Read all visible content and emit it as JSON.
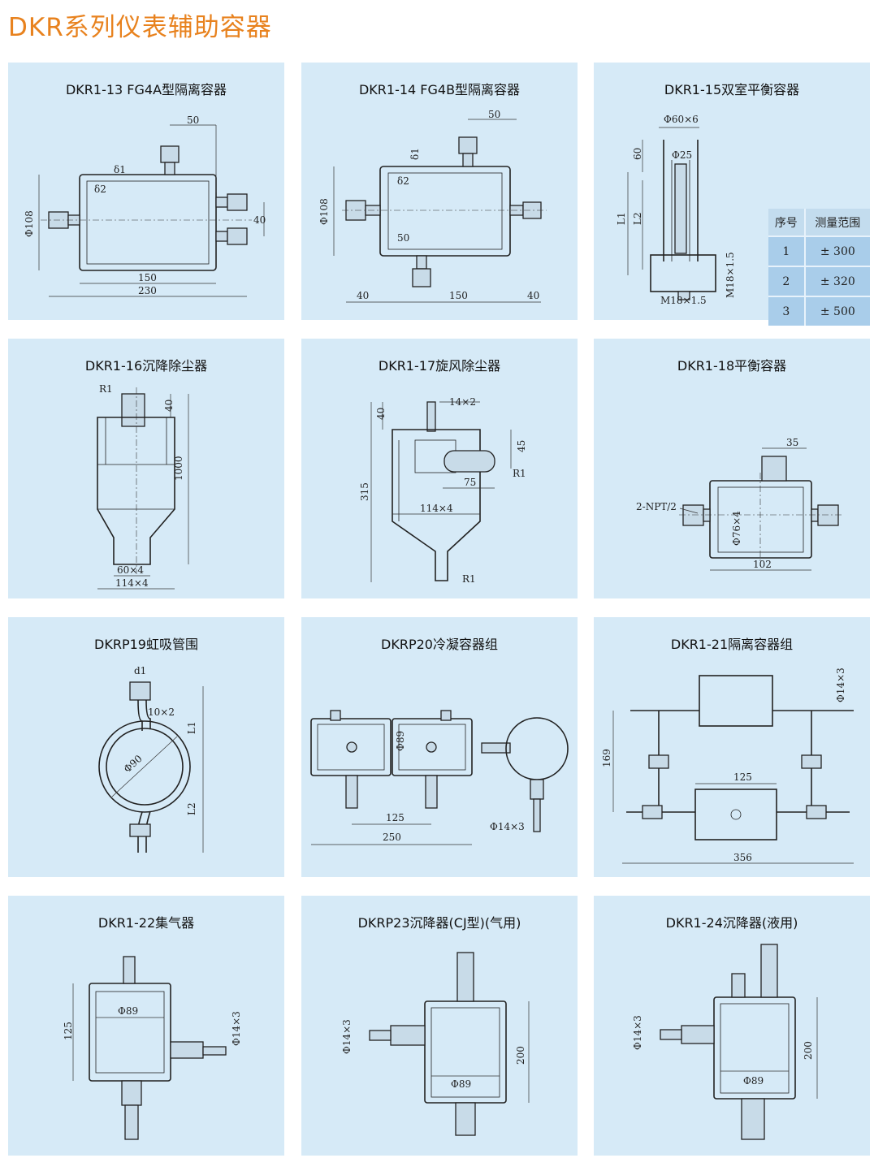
{
  "page_title": "DKR系列仪表辅助容器",
  "panels": [
    {
      "title": "DKR1-13 FG4A型隔离容器",
      "dims": [
        "50",
        "δ1",
        "δ2",
        "Φ108",
        "40",
        "150",
        "230"
      ]
    },
    {
      "title": "DKR1-14 FG4B型隔离容器",
      "dims": [
        "50",
        "δ1",
        "δ2",
        "Φ108",
        "50",
        "40",
        "150",
        "40"
      ]
    },
    {
      "title": "DKR1-15双室平衡容器",
      "dims": [
        "Φ60×6",
        "60",
        "Φ25",
        "L1",
        "L2",
        "M18×1.5",
        "M18×1.5"
      ]
    },
    {
      "title": "DKR1-16沉降除尘器",
      "dims": [
        "R1",
        "40",
        "1000",
        "60×4",
        "114×4"
      ]
    },
    {
      "title": "DKR1-17旋风除尘器",
      "dims": [
        "14×2",
        "40",
        "45",
        "R1",
        "75",
        "315",
        "114×4",
        "R1"
      ]
    },
    {
      "title": "DKR1-18平衡容器",
      "dims": [
        "35",
        "2-NPT/2",
        "Φ76×4",
        "102"
      ]
    },
    {
      "title": "DKRP19虹吸管围",
      "dims": [
        "d1",
        "10×2",
        "L1",
        "Φ90",
        "L2"
      ]
    },
    {
      "title": "DKRP20冷凝容器组",
      "dims": [
        "Φ89",
        "125",
        "250",
        "Φ14×3"
      ]
    },
    {
      "title": "DKR1-21隔离容器组",
      "dims": [
        "Φ14×3",
        "169",
        "125",
        "356"
      ]
    },
    {
      "title": "DKR1-22集气器",
      "dims": [
        "125",
        "Φ89",
        "Φ14×3"
      ]
    },
    {
      "title": "DKRP23沉降器(CJ型)(气用)",
      "dims": [
        "Φ14×3",
        "200",
        "Φ89"
      ]
    },
    {
      "title": "DKR1-24沉降器(液用)",
      "dims": [
        "Φ14×3",
        "200",
        "Φ89"
      ]
    }
  ],
  "range_table": {
    "headers": [
      "序号",
      "测量范围"
    ],
    "rows": [
      [
        "1",
        "± 300"
      ],
      [
        "2",
        "± 320"
      ],
      [
        "3",
        "± 500"
      ]
    ]
  }
}
